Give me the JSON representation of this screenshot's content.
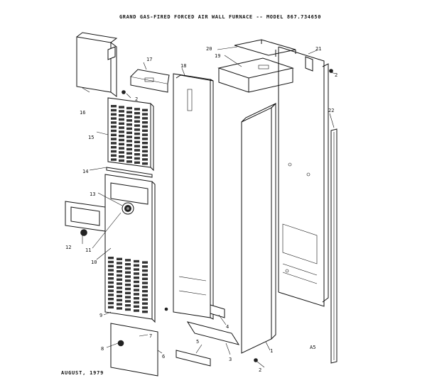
{
  "title": "GRAND GAS-FIRED FORCED AIR WALL FURNACE -- MODEL 867.734650",
  "footer_date": "AUGUST, 1979",
  "figure_code": "A5",
  "callouts": [
    {
      "id": "c1",
      "label": "1"
    },
    {
      "id": "c2a",
      "label": "2"
    },
    {
      "id": "c2b",
      "label": "2"
    },
    {
      "id": "c2c",
      "label": "2"
    },
    {
      "id": "c3",
      "label": "3"
    },
    {
      "id": "c4",
      "label": "4"
    },
    {
      "id": "c5",
      "label": "5"
    },
    {
      "id": "c6",
      "label": "6"
    },
    {
      "id": "c7",
      "label": "7"
    },
    {
      "id": "c8",
      "label": "8"
    },
    {
      "id": "c9",
      "label": "9"
    },
    {
      "id": "c10",
      "label": "10"
    },
    {
      "id": "c11",
      "label": "11"
    },
    {
      "id": "c12",
      "label": "12"
    },
    {
      "id": "c13",
      "label": "13"
    },
    {
      "id": "c14",
      "label": "14"
    },
    {
      "id": "c15",
      "label": "15"
    },
    {
      "id": "c16",
      "label": "16"
    },
    {
      "id": "c17",
      "label": "17"
    },
    {
      "id": "c18",
      "label": "18"
    },
    {
      "id": "c19",
      "label": "19"
    },
    {
      "id": "c20",
      "label": "20"
    },
    {
      "id": "c21",
      "label": "21"
    },
    {
      "id": "c22",
      "label": "22"
    }
  ]
}
